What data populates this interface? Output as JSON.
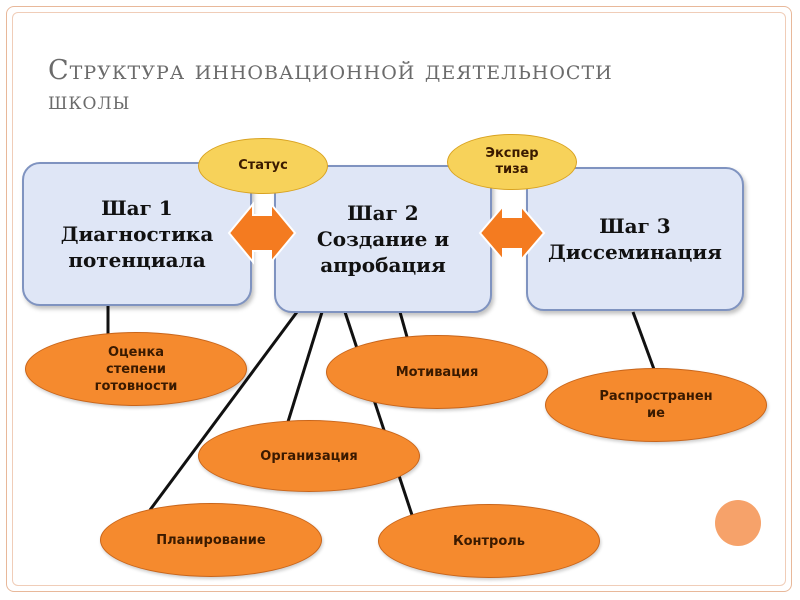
{
  "title": {
    "line1": "Структура инновационной деятельности",
    "line2": "школы"
  },
  "steps": [
    {
      "lines": [
        "Шаг 1",
        "Диагностика",
        "потенциала"
      ]
    },
    {
      "lines": [
        "Шаг 2",
        "Создание и",
        "апробация"
      ]
    },
    {
      "lines": [
        "Шаг 3",
        "Диссеминация"
      ]
    }
  ],
  "connectors": [
    {
      "lines": [
        "Статус"
      ]
    },
    {
      "lines": [
        "Экспер",
        "тиза"
      ]
    }
  ],
  "activities": {
    "assessment": [
      "Оценка",
      "степени",
      "готовности"
    ],
    "motivation": [
      "Мотивация"
    ],
    "dissemination": [
      "Распространен",
      "ие"
    ],
    "organization": [
      "Организация"
    ],
    "planning": [
      "Планирование"
    ],
    "control": [
      "Контроль"
    ]
  },
  "colors": {
    "step_fill": "#dfe6f6",
    "step_border": "#7f93c0",
    "oval_orange": "#f58a2e",
    "oval_yellow": "#f7d25a",
    "arrow": "#f47b20",
    "title": "#6b6b6b"
  }
}
